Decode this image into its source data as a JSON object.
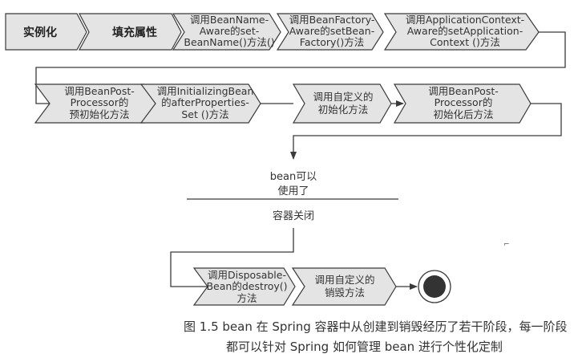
{
  "diagram": {
    "title": "Spring bean lifecycle",
    "row1": [
      {
        "lines": [
          "实例化"
        ]
      },
      {
        "lines": [
          "填充属性"
        ]
      },
      {
        "lines": [
          "调用BeanName-",
          "Aware的set-",
          "BeanName()方法()"
        ]
      },
      {
        "lines": [
          "调用BeanFactory-",
          "Aware的setBean-",
          "Factory()方法"
        ]
      },
      {
        "lines": [
          "调用ApplicationContext-",
          "Aware的setApplication-",
          "Context ()方法"
        ]
      }
    ],
    "row2": [
      {
        "lines": [
          "调用BeanPost-",
          "Processor的",
          "预初始化方法"
        ]
      },
      {
        "lines": [
          "调用InitializingBean",
          "的afterProperties-",
          "Set ()方法"
        ]
      },
      {
        "lines": [
          "调用自定义的",
          "初始化方法"
        ]
      },
      {
        "lines": [
          "调用BeanPost-",
          "Processor的",
          "初始化后方法"
        ]
      }
    ],
    "ready_state": [
      "bean可以",
      "使用了"
    ],
    "container_close": "容器关闭",
    "row3": [
      {
        "lines": [
          "调用Disposable-",
          "Bean的destroy()",
          "方法"
        ]
      },
      {
        "lines": [
          "调用自定义的",
          "销毁方法"
        ]
      }
    ],
    "end_state": "final-state-icon",
    "colors": {
      "box_fill": "#e4e4e4",
      "stroke": "#3a3a3a",
      "end_fill": "#333333"
    }
  },
  "caption": {
    "line1": "图 1.5   bean 在 Spring 容器中从创建到销毁经历了若干阶段，每一阶段",
    "line2": "都可以针对 Spring 如何管理 bean 进行个性化定制"
  },
  "artifact": "⌐"
}
